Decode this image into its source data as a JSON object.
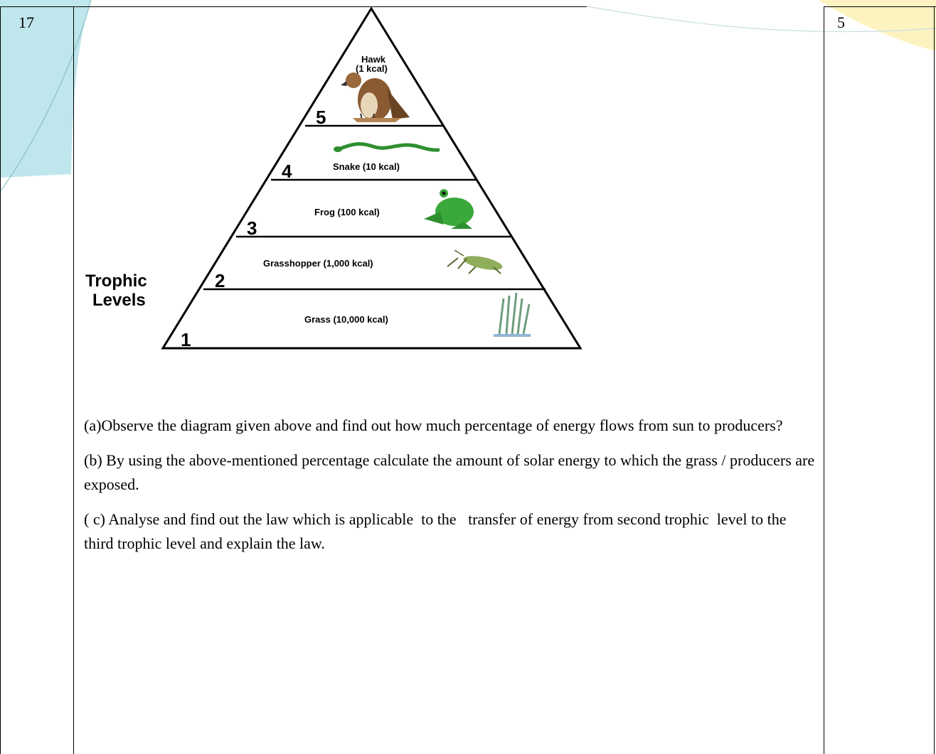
{
  "question": {
    "number": "17",
    "marks": "5"
  },
  "diagram": {
    "side_label_line1": "Trophic",
    "side_label_line2": "Levels",
    "levels": [
      {
        "number": "5",
        "label_line1": "Hawk",
        "label_line2": "(1 kcal)",
        "icon": "hawk-icon"
      },
      {
        "number": "4",
        "label": "Snake (10 kcal)",
        "icon": "snake-icon"
      },
      {
        "number": "3",
        "label": "Frog (100 kcal)",
        "icon": "frog-icon"
      },
      {
        "number": "2",
        "label": "Grasshopper (1,000 kcal)",
        "icon": "grasshopper-icon"
      },
      {
        "number": "1",
        "label": "Grass (10,000 kcal)",
        "icon": "grass-icon"
      }
    ]
  },
  "parts": [
    {
      "text": "(a)Observe the diagram given above and find out how much percentage of energy flows from sun to producers?"
    },
    {
      "text": "(b) By using the above-mentioned percentage calculate the amount of solar energy to which the grass / producers are exposed."
    },
    {
      "text": "( c) Analyse and find out the law which is applicable  to the   transfer of energy from second trophic  level to the third trophic level and explain the law."
    }
  ],
  "colors": {
    "watermark_teal": "#bfe6ec",
    "watermark_yellow": "#fdf3c0",
    "frog_green": "#3aa83a",
    "grass_green": "#6e9e7e"
  }
}
